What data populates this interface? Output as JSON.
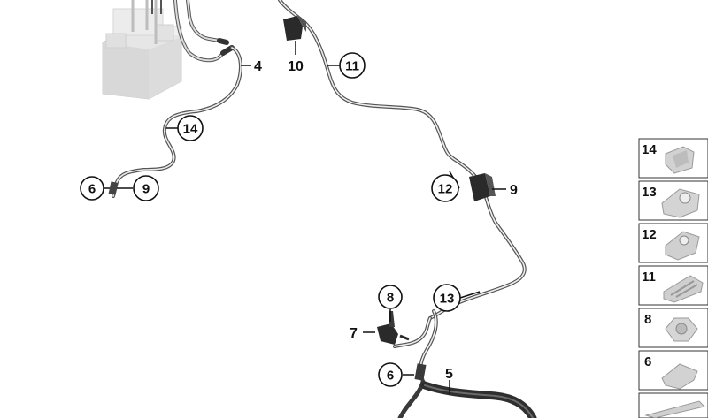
{
  "diagram": {
    "callouts": {
      "c11": "11",
      "c14": "14",
      "c6_left": "6",
      "c9_left": "9",
      "c12": "12",
      "c13": "13",
      "c8": "8",
      "c6_bottom": "6"
    },
    "labels": {
      "l4": "4",
      "l10": "10",
      "l9_right": "9",
      "l7": "7",
      "l5": "5"
    },
    "thumbnails": {
      "t14": "14",
      "t13": "13",
      "t12": "12",
      "t11": "11",
      "t8": "8",
      "t6": "6"
    }
  }
}
